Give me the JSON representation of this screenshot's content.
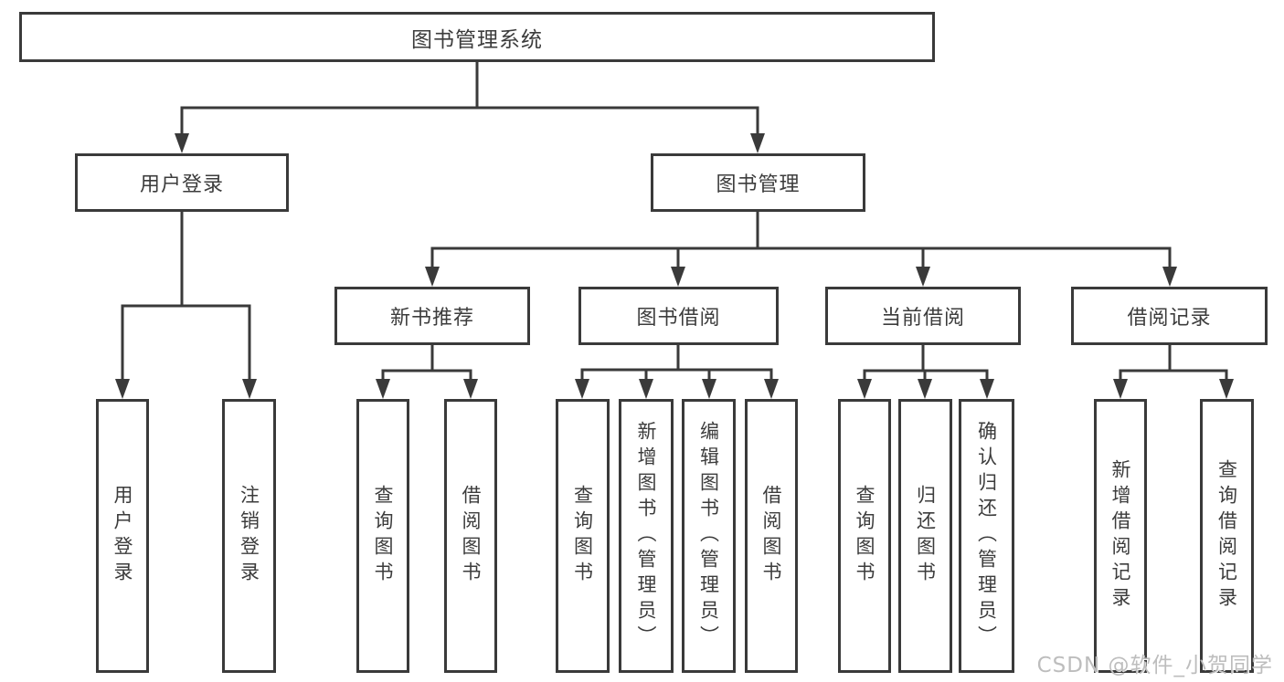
{
  "tree": {
    "label": "图书管理系统",
    "children": [
      {
        "label": "用户登录",
        "children": [
          {
            "label": "用户登录"
          },
          {
            "label": "注销登录"
          }
        ]
      },
      {
        "label": "图书管理",
        "children": [
          {
            "label": "新书推荐",
            "children": [
              {
                "label": "查询图书"
              },
              {
                "label": "借阅图书"
              }
            ]
          },
          {
            "label": "图书借阅",
            "children": [
              {
                "label": "查询图书"
              },
              {
                "label": "新增图书（管理员）"
              },
              {
                "label": "编辑图书（管理员）"
              },
              {
                "label": "借阅图书"
              }
            ]
          },
          {
            "label": "当前借阅",
            "children": [
              {
                "label": "查询图书"
              },
              {
                "label": "归还图书"
              },
              {
                "label": "确认归还（管理员）"
              }
            ]
          },
          {
            "label": "借阅记录",
            "children": [
              {
                "label": "新增借阅记录"
              },
              {
                "label": "查询借阅记录"
              }
            ]
          }
        ]
      }
    ]
  },
  "watermark": {
    "text": "CSDN @软件_小贺同学"
  },
  "colors": {
    "line": "#3a3a3a",
    "text": "#3c3c3c",
    "background": "#ffffff",
    "watermark": "#b9b9b9"
  }
}
